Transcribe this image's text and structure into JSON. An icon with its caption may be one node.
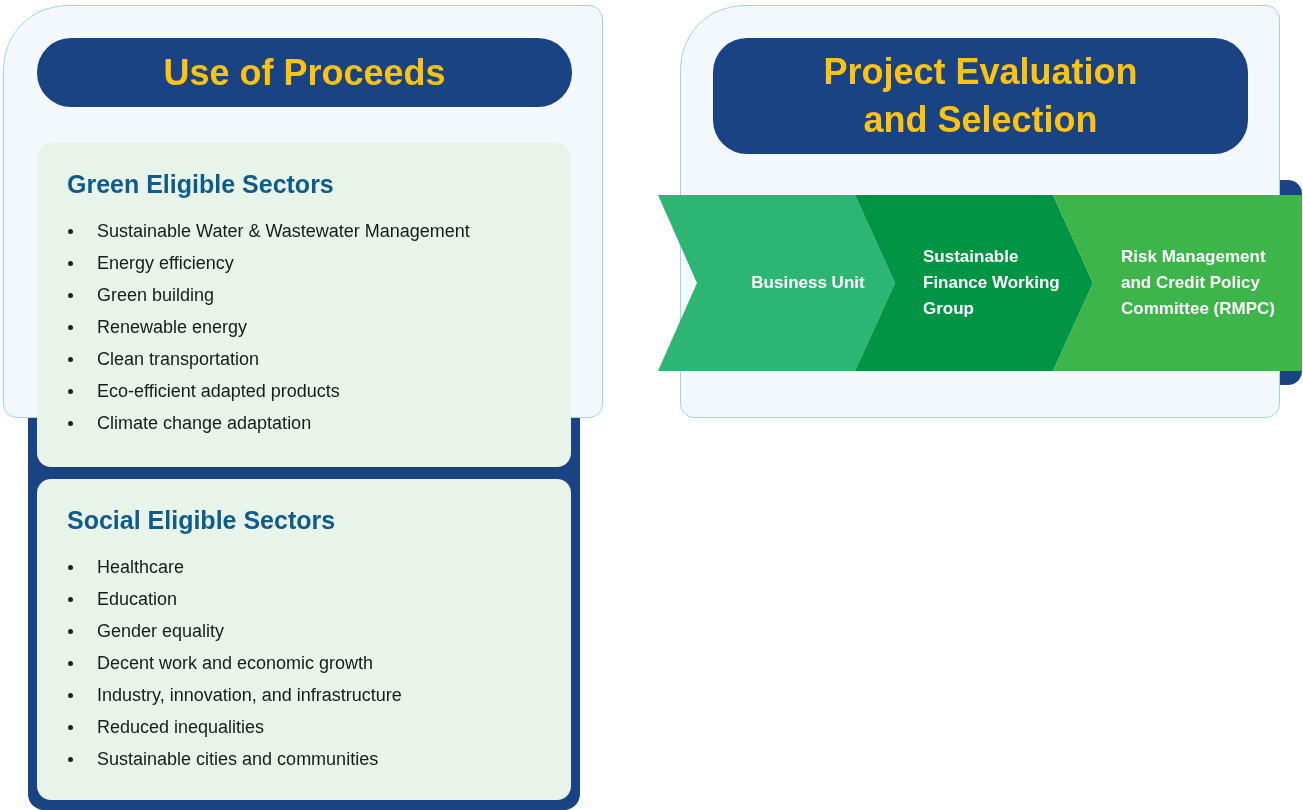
{
  "diagram": {
    "nodes": [
      {
        "text": [
          "Use of Proceeds"
        ]
      },
      {
        "text": [
          "Green Eligible Sectors",
          "Sustainable Water & Wastewater Management",
          "Energy efficiency",
          "Green building",
          "Renewable energy",
          "Clean transportation",
          "Eco-efficient adapted products",
          "Climate change adaptation"
        ]
      },
      {
        "text": [
          "Social Eligible Sectors",
          "Healthcare",
          "Education",
          "Gender equality",
          "Decent work and economic growth",
          "Industry, innovation, and infrastructure",
          "Reduced inequalities",
          "Sustainable cities and communities"
        ]
      },
      {
        "text": [
          "Project Evaluation and Selection"
        ]
      },
      {
        "text": [
          "Business Unit"
        ]
      },
      {
        "text": [
          "Sustainable Finance Working Group"
        ]
      },
      {
        "text": [
          "Risk Management and Credit Policy Committee (RMPC)"
        ]
      }
    ]
  }
}
